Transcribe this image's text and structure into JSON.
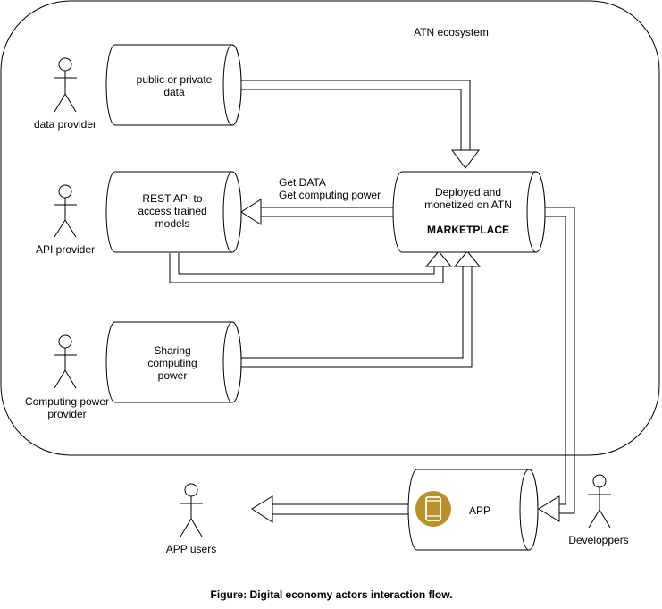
{
  "ecosystem": {
    "title": "ATN ecosystem"
  },
  "actors": {
    "data_provider": "data provider",
    "api_provider": "API provider",
    "computing_provider_line1": "Computing power",
    "computing_provider_line2": "provider",
    "app_users": "APP users",
    "developers": "Developpers"
  },
  "cylinders": {
    "data": {
      "line1": "public or private",
      "line2": "data"
    },
    "api": {
      "line1": "REST API to",
      "line2": "access trained",
      "line3": "models"
    },
    "computing": {
      "line1": "Sharing",
      "line2": "computing",
      "line3": "power"
    },
    "marketplace": {
      "line1": "Deployed and",
      "line2": "monetized on ATN",
      "title": "MARKETPLACE"
    },
    "app": {
      "label": "APP",
      "icon": "smartphone-icon",
      "icon_color": "#b8902e"
    }
  },
  "arrow_labels": {
    "get_data": "Get DATA",
    "get_computing": "Get computing power"
  },
  "caption": "Figure: Digital economy actors interaction flow."
}
